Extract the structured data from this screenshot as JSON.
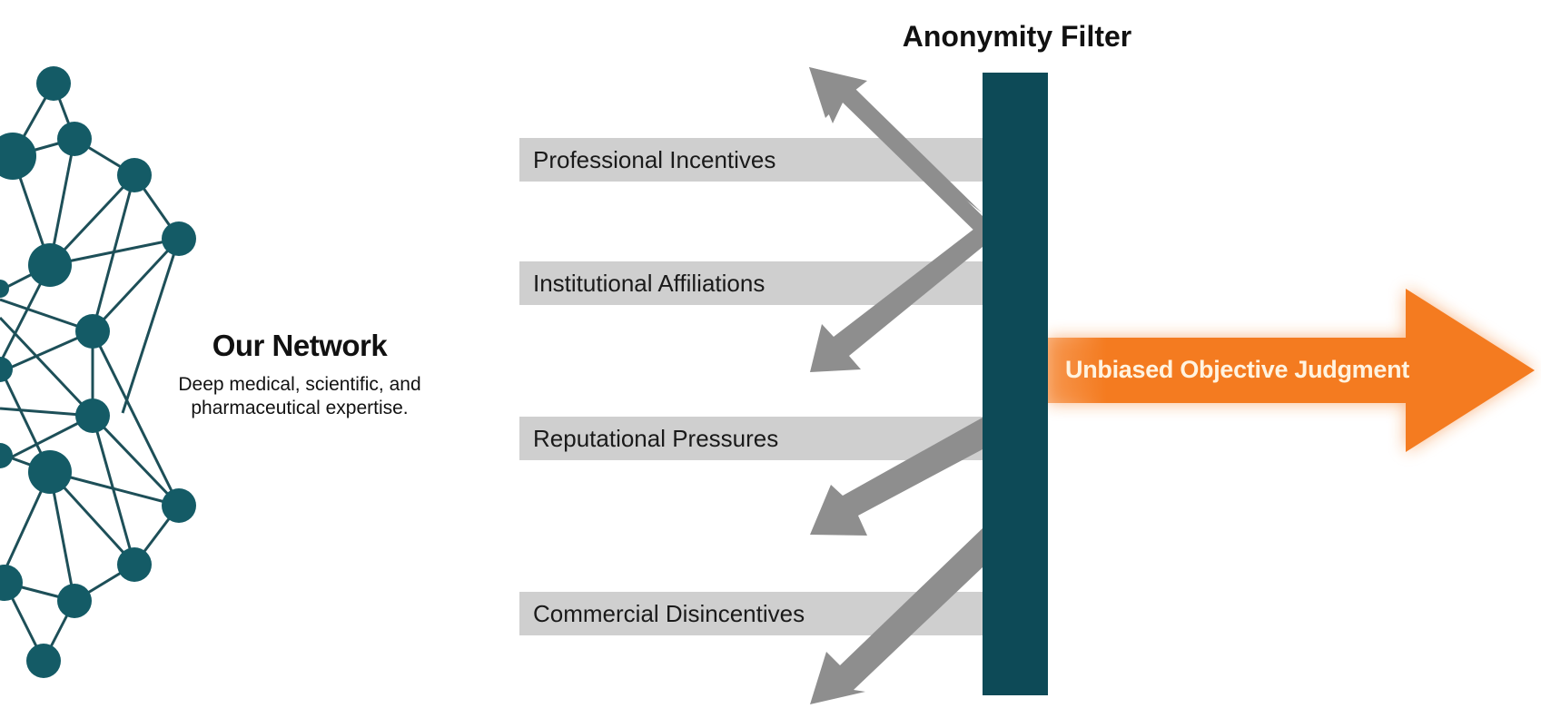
{
  "network": {
    "title": "Our Network",
    "description": "Deep medical, scientific, and pharmaceutical expertise.",
    "node_color": "#145b66"
  },
  "filter": {
    "title": "Anonymity Filter",
    "color": "#0d4a57"
  },
  "biases": [
    {
      "label": "Professional Incentives"
    },
    {
      "label": "Institutional Affiliations"
    },
    {
      "label": "Reputational Pressures"
    },
    {
      "label": "Commercial Disincentives"
    }
  ],
  "output": {
    "label": "Unbiased Objective Judgment",
    "color": "#f47b20"
  }
}
